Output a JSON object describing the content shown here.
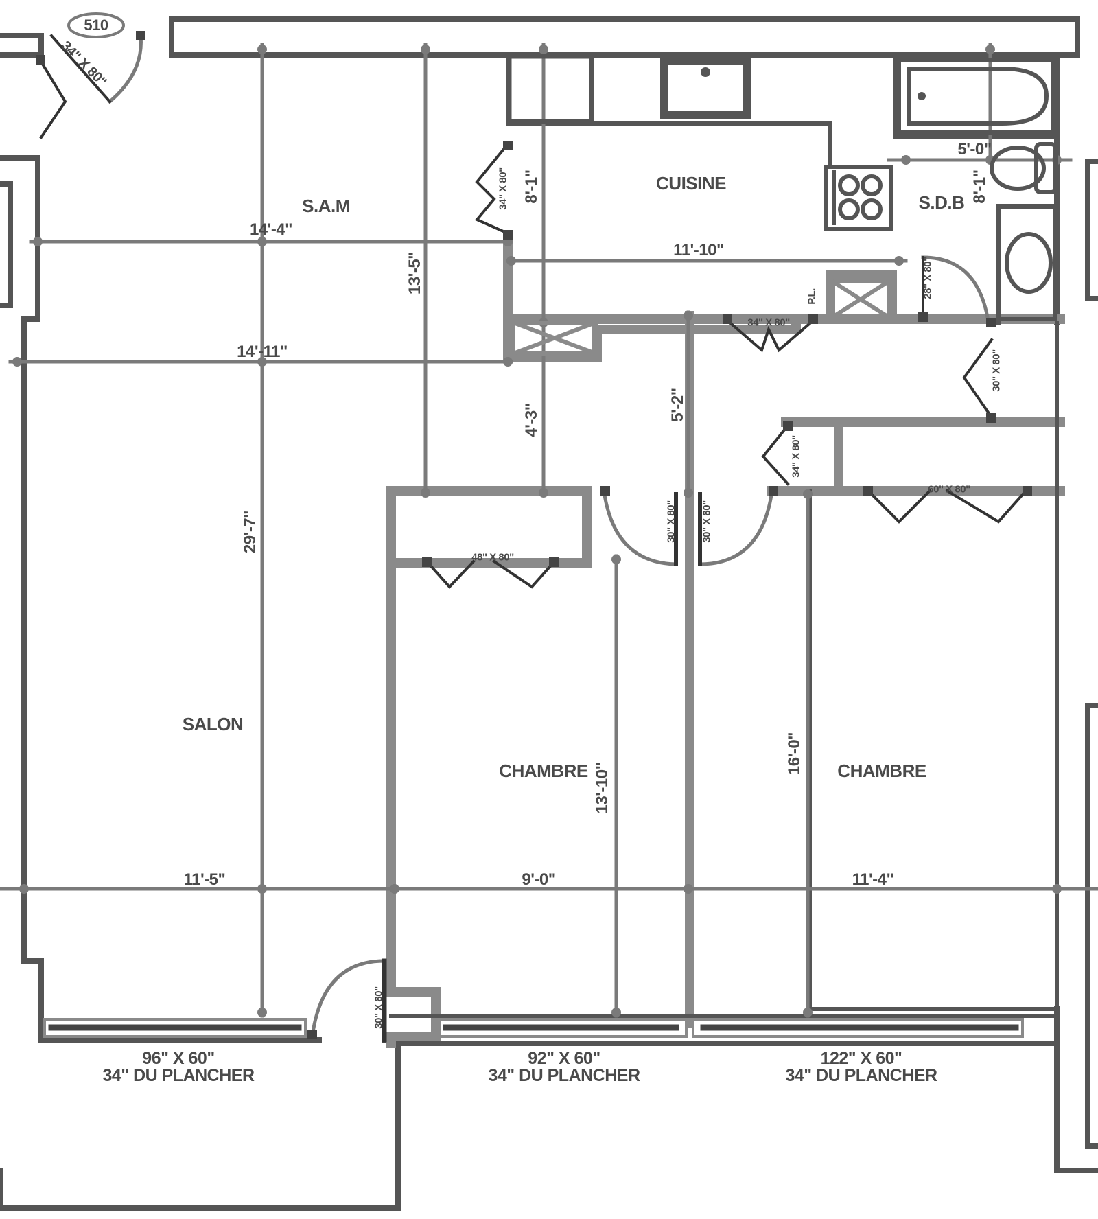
{
  "unit_number": "510",
  "rooms": {
    "sam": "S.A.M",
    "cuisine": "CUISINE",
    "sdb": "S.D.B",
    "salon": "SALON",
    "chambre_1": "CHAMBRE",
    "chambre_2": "CHAMBRE"
  },
  "dimensions": {
    "sam_width": "14'-4\"",
    "salon_width_upper": "14'-11\"",
    "kitchen_width": "11'-10\"",
    "kitchen_depth": "8'-1\"",
    "sdb_width": "5'-0\"",
    "sdb_depth": "8'-1\"",
    "sam_depth": "13'-5\"",
    "salon_depth": "29'-7\"",
    "hall_4_3": "4'-3\"",
    "hall_5_2": "5'-2\"",
    "chambre1_depth": "13'-10\"",
    "chambre2_depth": "16'-0\"",
    "salon_width": "11'-5\"",
    "chambre1_width": "9'-0\"",
    "chambre2_width": "11'-4\""
  },
  "doors": {
    "entry": "34\" X 80\"",
    "kitchen": "34\" X 80\"",
    "hall": "34\" X 80\"",
    "sdb": "28\" X 80\"",
    "hall_closet": "30\" X 80\"",
    "chambre1_closet": "48\" X 80\"",
    "chambre2_closet": "60\" X 80\"",
    "ch_door_left": "30\" X 80\"",
    "ch_door_right": "30\" X 80\"",
    "ch2_entry": "34\" X 80\"",
    "balcony": "30\" X 80\"",
    "pantry": "P.L."
  },
  "windows": [
    {
      "size": "96\" X 60\"",
      "height": "34\" DU PLANCHER"
    },
    {
      "size": "92\" X 60\"",
      "height": "34\" DU PLANCHER"
    },
    {
      "size": "122\" X 60\"",
      "height": "34\" DU PLANCHER"
    }
  ],
  "colors": {
    "wall": "#555555",
    "wall_light": "#8a8a8a",
    "dim_line": "#7a7a7a",
    "fixture": "#555555",
    "text": "#4a4a4a"
  }
}
